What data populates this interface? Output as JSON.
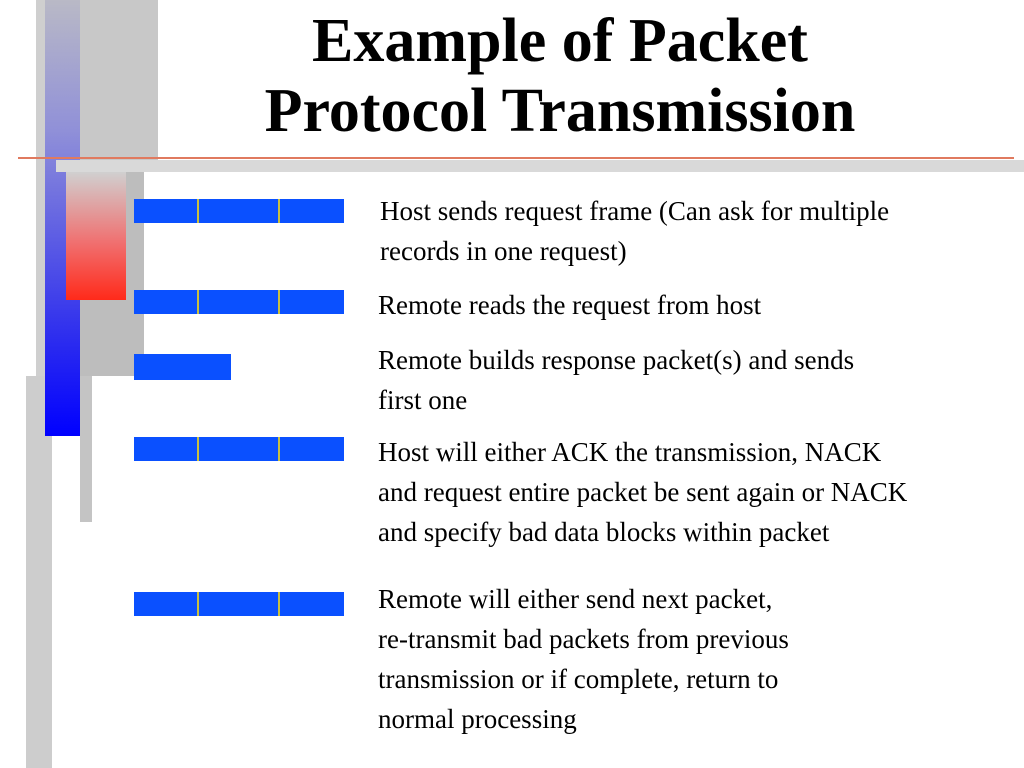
{
  "slide": {
    "title_line1": "Example of Packet",
    "title_line2": "Protocol Transmission"
  },
  "colors": {
    "frame_blue": "#0A50FF",
    "frame_divider": "#C8C040",
    "title_rule": "#E07A5F",
    "accent_red": "#FF2A1A",
    "accent_blue": "#0000FF"
  },
  "steps": [
    {
      "text": "Host sends request frame (Can ask for multiple\nrecords in one request)",
      "frame_segments": 3
    },
    {
      "text": "Remote reads the request from host",
      "frame_segments": 3
    },
    {
      "text": "Remote builds response packet(s) and sends\nfirst one",
      "frame_segments": 1
    },
    {
      "text": "Host will either ACK the transmission, NACK\nand request entire packet be sent again or NACK\nand specify bad data blocks within packet",
      "frame_segments": 3
    },
    {
      "text": "Remote will either send next packet,\nre-transmit bad packets from previous\ntransmission or if complete, return to\nnormal processing",
      "frame_segments": 3
    }
  ]
}
